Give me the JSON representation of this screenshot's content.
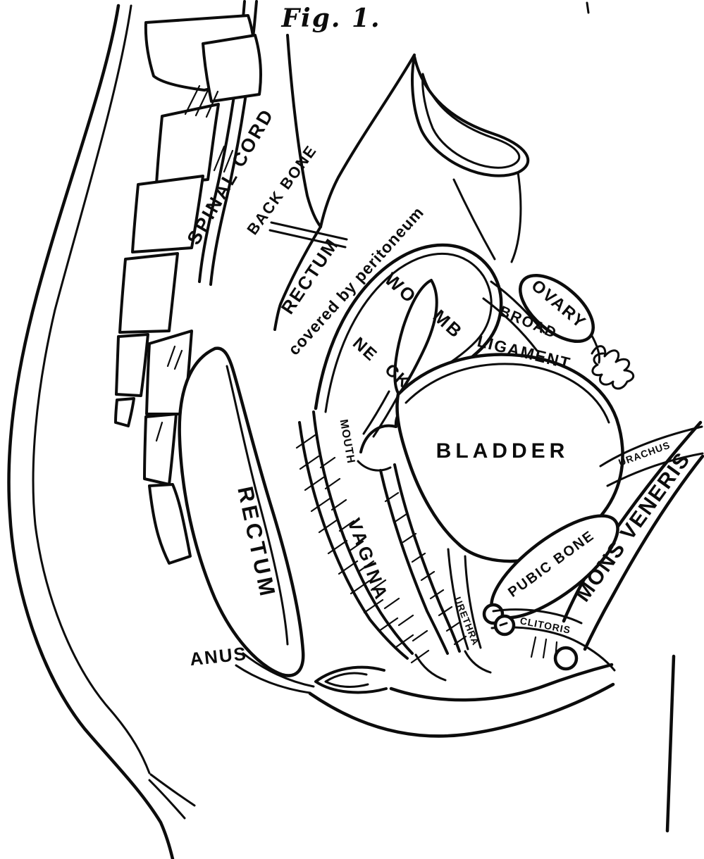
{
  "figure": {
    "caption": "Fig. 1.",
    "ink_color": "#0c0c0c",
    "paper_color": "#ffffff"
  },
  "labels": {
    "spinal_cord": "SPINAL CORD",
    "back_bone": "BACK BONE",
    "rectum_upper_line1": "RECTUM",
    "rectum_upper_line2": "covered by peritoneum",
    "womb_left": "WO",
    "womb_right": "MB",
    "neck_top": "NE",
    "neck_bottom": "CK",
    "ovary": "OVARY",
    "broad_ligament_line1": "BROAD",
    "broad_ligament_line2": "LIGAMENT",
    "bladder": "BLADDER",
    "mouth": "MOUTH",
    "vagina": "VAGINA",
    "rectum": "RECTUM",
    "anus": "ANUS",
    "urethra": "URETHRA",
    "pubic_bone": "PUBIC BONE",
    "clitoris": "CLITORIS",
    "mons_veneris": "MONS VENERIS",
    "urachus": "URACHUS"
  }
}
